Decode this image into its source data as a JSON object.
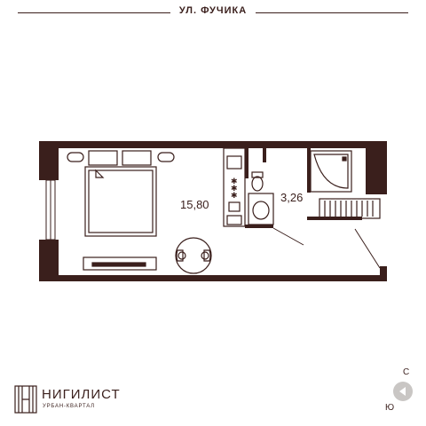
{
  "street": {
    "name": "УЛ. ФУЧИКА"
  },
  "rooms": {
    "main_area": "15,80",
    "bathroom_area": "3,26"
  },
  "brand": {
    "name": "НИГИЛИСТ",
    "tagline": "УРБАН-КВАРТАЛ"
  },
  "compass": {
    "north": "С",
    "south": "Ю"
  },
  "colors": {
    "wall": "#3a1f1c",
    "line": "#3a1f1c",
    "compass_fill": "#c9c6c4"
  }
}
